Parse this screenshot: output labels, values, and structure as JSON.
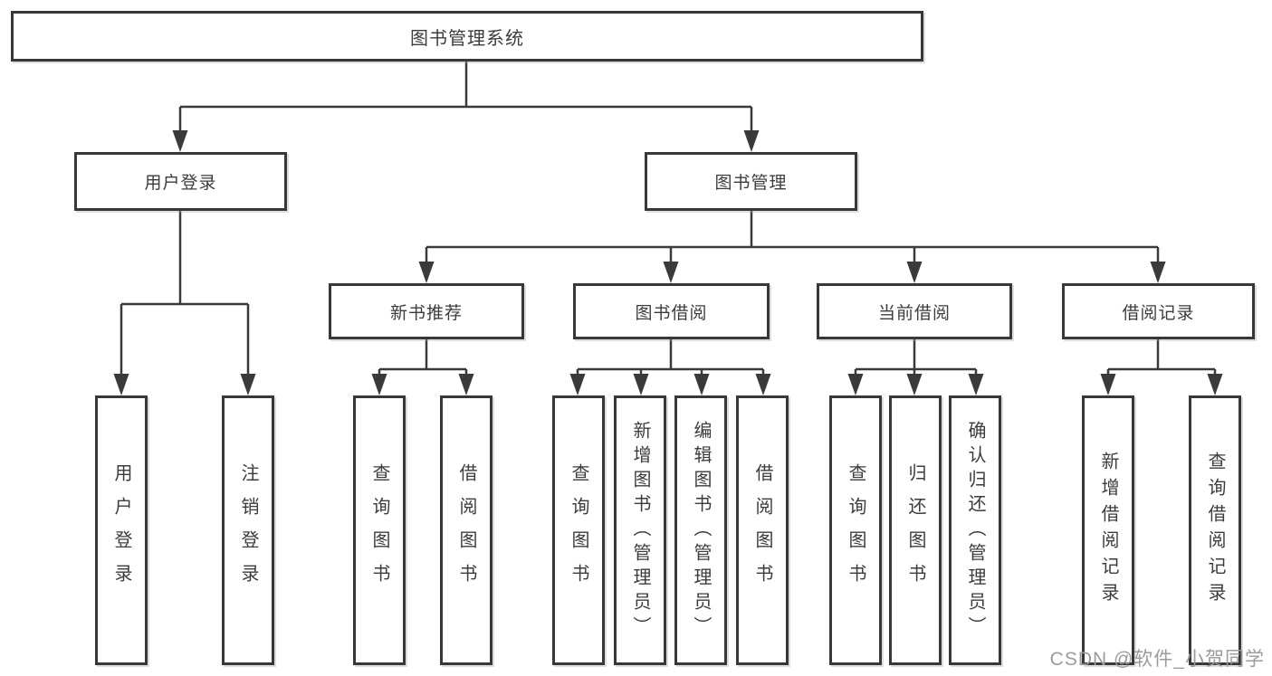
{
  "tree": {
    "label": "图书管理系统",
    "children": [
      {
        "label": "用户登录",
        "children": [
          {
            "label": "用户登录"
          },
          {
            "label": "注销登录"
          }
        ]
      },
      {
        "label": "图书管理",
        "children": [
          {
            "label": "新书推荐",
            "children": [
              {
                "label": "查询图书"
              },
              {
                "label": "借阅图书"
              }
            ]
          },
          {
            "label": "图书借阅",
            "children": [
              {
                "label": "查询图书"
              },
              {
                "label": "新增图书（管理员）"
              },
              {
                "label": "编辑图书（管理员）"
              },
              {
                "label": "借阅图书"
              }
            ]
          },
          {
            "label": "当前借阅",
            "children": [
              {
                "label": "查询图书"
              },
              {
                "label": "归还图书"
              },
              {
                "label": "确认归还（管理员）"
              }
            ]
          },
          {
            "label": "借阅记录",
            "children": [
              {
                "label": "新增借阅记录"
              },
              {
                "label": "查询借阅记录"
              }
            ]
          }
        ]
      }
    ]
  },
  "watermark": "CSDN @软件_小贺同学",
  "colors": {
    "line": "#3a3a3a",
    "box_border": "#383838",
    "text": "#3c3c3c",
    "watermark": "#9b9b9b",
    "background": "#ffffff"
  }
}
